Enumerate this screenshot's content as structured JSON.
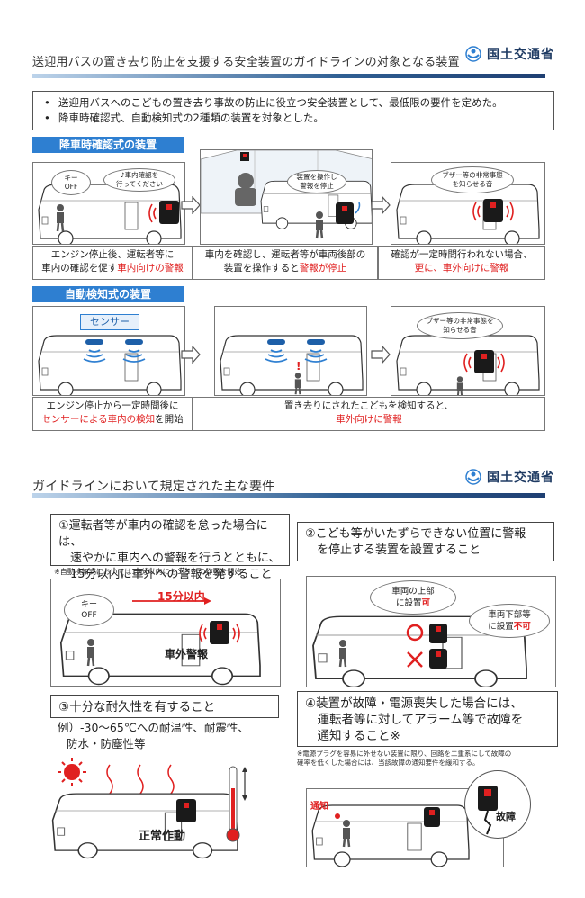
{
  "slide1": {
    "title": "送迎用バスの置き去り防止を支援する安全装置のガイドラインの対象となる装置",
    "logo": "国土交通省",
    "bullets": [
      "送迎用バスへのこどもの置き去り事故の防止に役立つ安全装置として、最低限の要件を定めた。",
      "降車時確認式、自動検知式の2種類の装置を対象とした。"
    ],
    "section_a": {
      "label": "降車時確認式の装置",
      "p1_key": "キー\nOFF",
      "p1_bubble": "♪車内確認を\n行ってください",
      "p2_bubble": "装置を操作し\n警報を停止",
      "p3_bubble": "ブザー等の非常事態\nを知らせる音",
      "cap1_line1": "エンジン停止後、運転者等に",
      "cap1_line2a": "車内の確認を促す",
      "cap1_line2b": "車内向けの警報",
      "cap2_line1": "車内を確認し、運転者等が車両後部の",
      "cap2_line2a": "装置を操作すると",
      "cap2_line2b": "警報が停止",
      "cap3_line1": "確認が一定時間行われない場合、",
      "cap3_line2": "更に、車外向けに警報"
    },
    "section_b": {
      "label": "自動検知式の装置",
      "sensor": "センサー",
      "p3_bubble": "ブザー等の非常事態を\n知らせる音",
      "cap1_line1": "エンジン停止から一定時間後に",
      "cap1_line2a": "センサーによる車内の検知",
      "cap1_line2b": "を開始",
      "cap2_line1": "置き去りにされたこどもを検知すると、",
      "cap2_line2": "車外向けに警報"
    }
  },
  "slide2": {
    "title": "ガイドラインにおいて規定された主な要件",
    "logo": "国土交通省",
    "req1": {
      "text": "①運転者等が車内の確認を怠った場合には、\n　速やかに車内への警報を行うとともに、\n　15分以内に車外への警報を発すること",
      "note": "※自動検知式においては15分以内にセンサーの作動を開始",
      "key": "キー\nOFF",
      "minutes": "15分以内",
      "alarm": "車外警報"
    },
    "req2": {
      "text": "②こども等がいたずらできない位置に警報\n　を停止する装置を設置すること",
      "upper_line1": "車両の上部",
      "upper_line2a": "に設置",
      "upper_line2b": "可",
      "lower_line1": "車両下部等",
      "lower_line2a": "に設置",
      "lower_line2b": "不可"
    },
    "req3": {
      "text": "③十分な耐久性を有すること",
      "sub1": "例）-30～65℃への耐温性、耐震性、",
      "sub2": "防水・防塵性等",
      "normal": "正常作動"
    },
    "req4": {
      "text": "④装置が故障・電源喪失した場合には、\n　運転者等に対してアラーム等で故障を\n　通知すること※",
      "note": "※電源プラグを容易に外せない装置に限り、回路を二重系にして故障の\n確率を低くした場合には、当該故障の通知要件を緩和する。",
      "notify": "通知",
      "failure": "故障"
    }
  },
  "colors": {
    "accent_blue": "#2e7fd1",
    "alert_red": "#e02020",
    "logo_navy": "#1f3b63"
  }
}
